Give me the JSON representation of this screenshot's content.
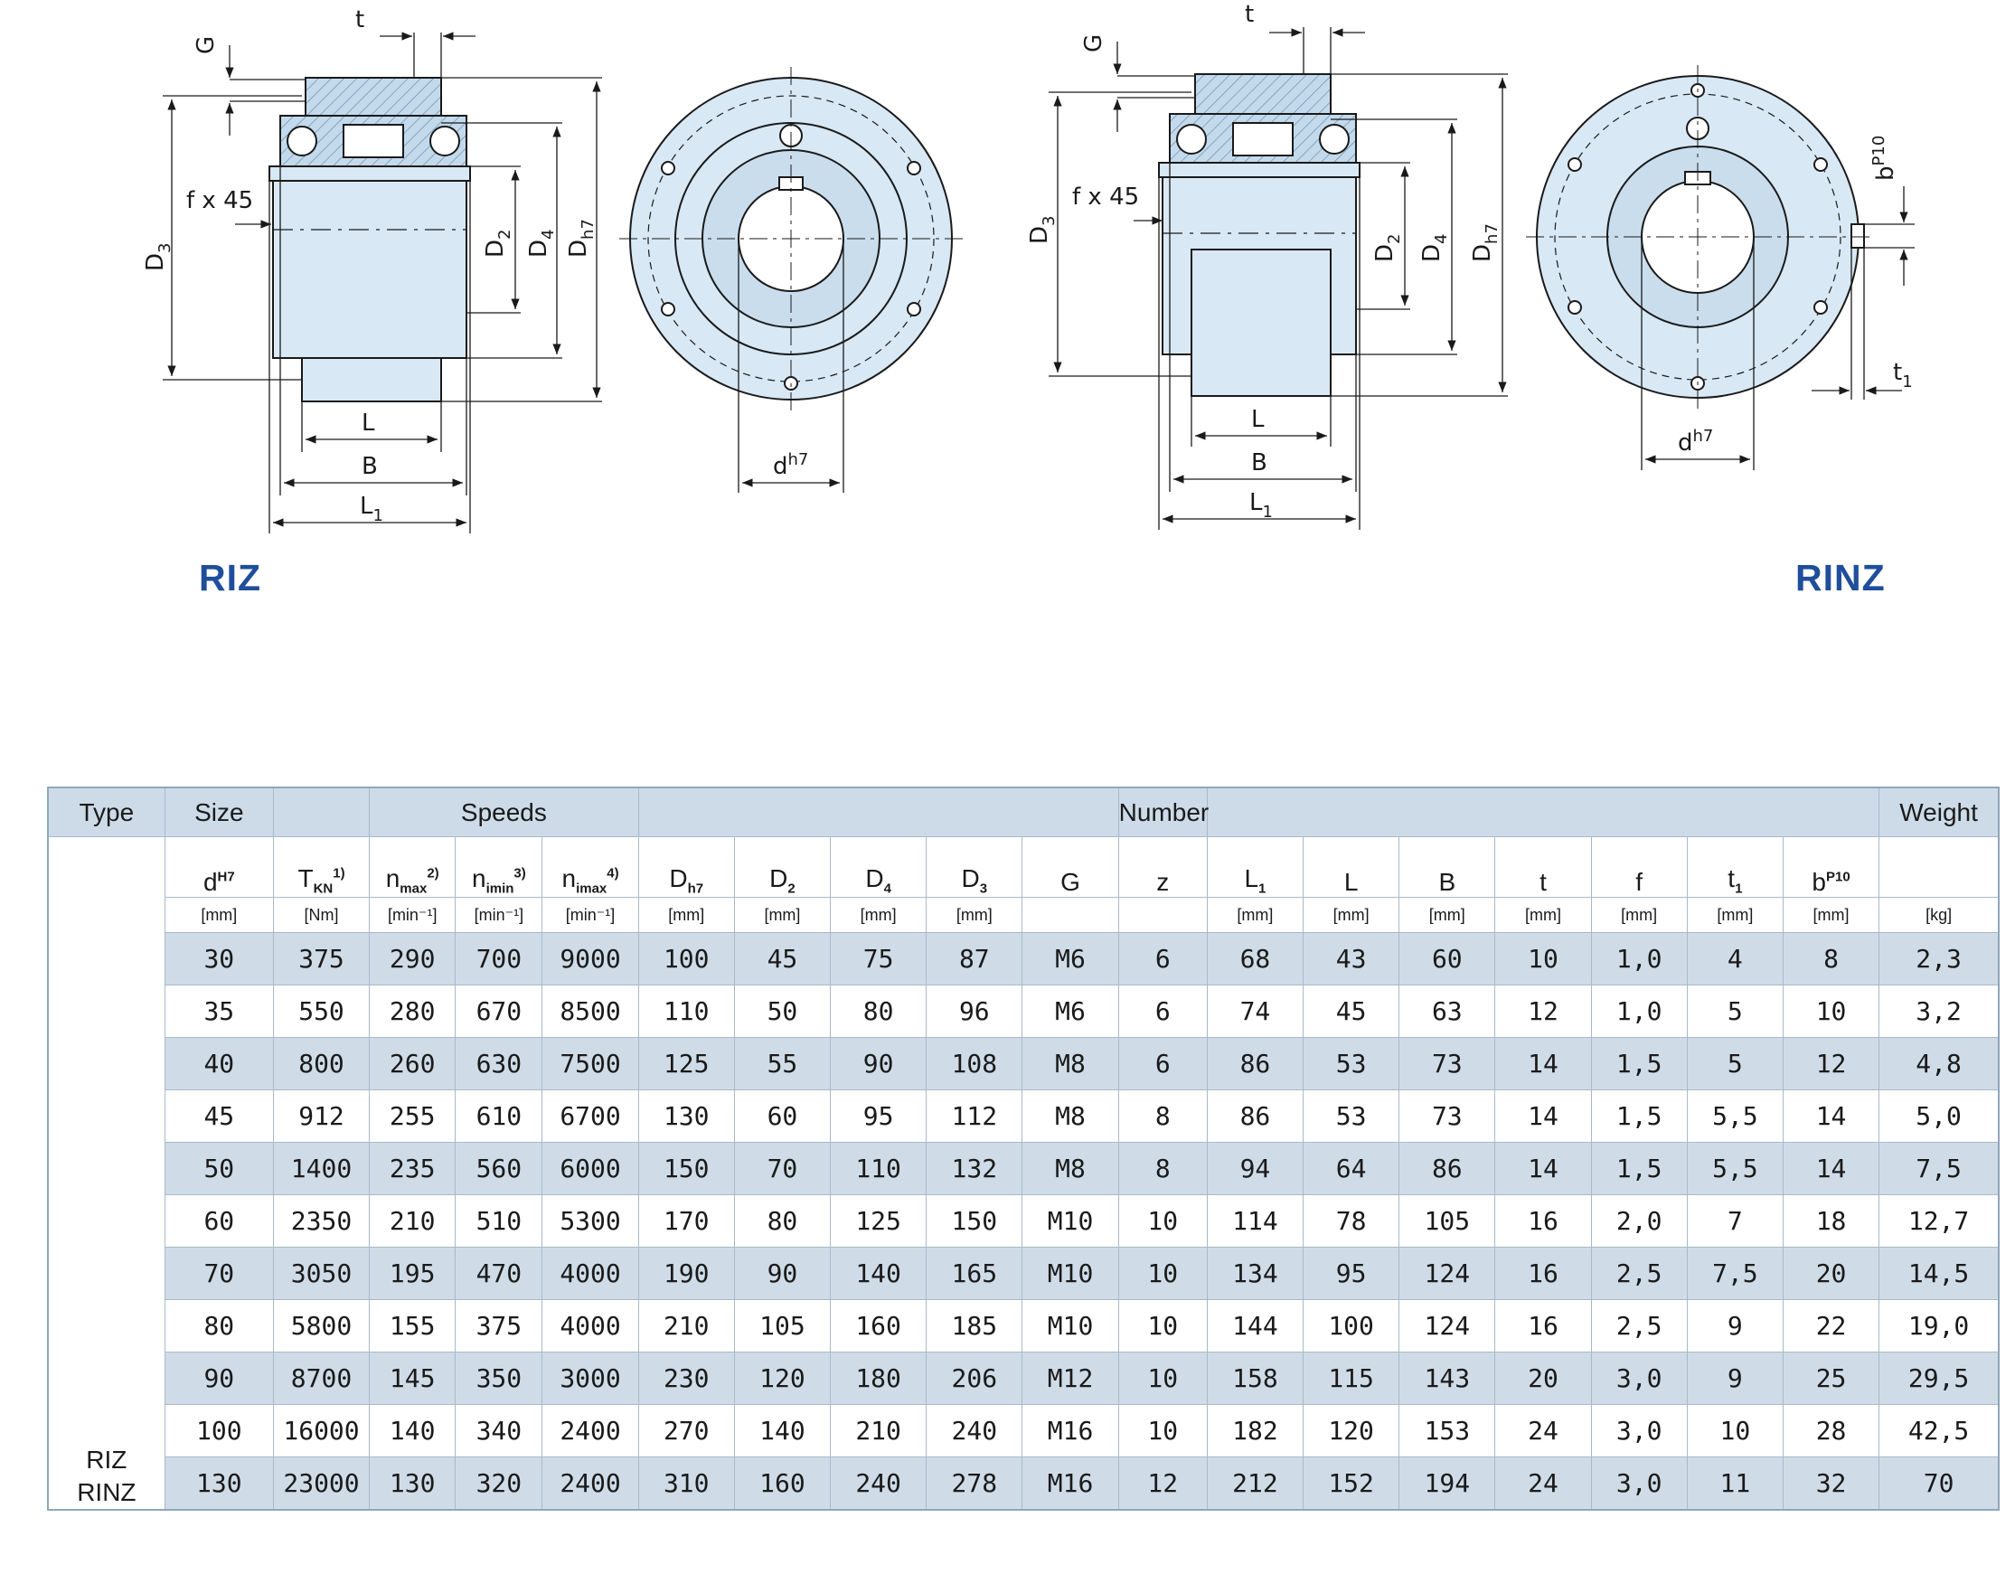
{
  "titles": {
    "left": "RIZ",
    "right": "RINZ"
  },
  "drawing_labels": {
    "t": "t",
    "G": "G",
    "fx45": "f x 45",
    "D3": "D",
    "D3_sub": "3",
    "D2": "D",
    "D2_sub": "2",
    "D4": "D",
    "D4_sub": "4",
    "Dh7": "D",
    "Dh7_sub": "h7",
    "L": "L",
    "B": "B",
    "L1": "L",
    "L1_sub": "1",
    "d": "d",
    "d_sup": "h7",
    "b": "b",
    "b_sup": "P10",
    "t1": "t",
    "t1_sub": "1"
  },
  "table": {
    "group_headers": {
      "type": "Type",
      "size": "Size",
      "speeds": "Speeds",
      "number": "Number",
      "weight": "Weight"
    },
    "columns": [
      {
        "sym": "d",
        "sup": "H7",
        "sub": "",
        "unit": "[mm]"
      },
      {
        "sym": "T",
        "sup": "1)",
        "sub": "KN",
        "unit": "[Nm]"
      },
      {
        "sym": "n",
        "sup": "2)",
        "sub": "max",
        "unit": "[min⁻¹]"
      },
      {
        "sym": "n",
        "sup": "3)",
        "sub": "imin",
        "unit": "[min⁻¹]"
      },
      {
        "sym": "n",
        "sup": "4)",
        "sub": "imax",
        "unit": "[min⁻¹]"
      },
      {
        "sym": "D",
        "sup": "",
        "sub": "h7",
        "unit": "[mm]"
      },
      {
        "sym": "D",
        "sup": "",
        "sub": "2",
        "unit": "[mm]"
      },
      {
        "sym": "D",
        "sup": "",
        "sub": "4",
        "unit": "[mm]"
      },
      {
        "sym": "D",
        "sup": "",
        "sub": "3",
        "unit": "[mm]"
      },
      {
        "sym": "G",
        "sup": "",
        "sub": "",
        "unit": ""
      },
      {
        "sym": "z",
        "sup": "",
        "sub": "",
        "unit": ""
      },
      {
        "sym": "L",
        "sup": "",
        "sub": "1",
        "unit": "[mm]"
      },
      {
        "sym": "L",
        "sup": "",
        "sub": "",
        "unit": "[mm]"
      },
      {
        "sym": "B",
        "sup": "",
        "sub": "",
        "unit": "[mm]"
      },
      {
        "sym": "t",
        "sup": "",
        "sub": "",
        "unit": "[mm]"
      },
      {
        "sym": "f",
        "sup": "",
        "sub": "",
        "unit": "[mm]"
      },
      {
        "sym": "t",
        "sup": "",
        "sub": "1",
        "unit": "[mm]"
      },
      {
        "sym": "b",
        "sup": "P10",
        "sub": "",
        "unit": "[mm]"
      },
      {
        "sym": "",
        "sup": "",
        "sub": "",
        "unit": "[kg]"
      }
    ],
    "type_label": [
      "RIZ",
      "RINZ"
    ],
    "rows": [
      [
        "30",
        "375",
        "290",
        "700",
        "9000",
        "100",
        "45",
        "75",
        "87",
        "M6",
        "6",
        "68",
        "43",
        "60",
        "10",
        "1,0",
        "4",
        "8",
        "2,3"
      ],
      [
        "35",
        "550",
        "280",
        "670",
        "8500",
        "110",
        "50",
        "80",
        "96",
        "M6",
        "6",
        "74",
        "45",
        "63",
        "12",
        "1,0",
        "5",
        "10",
        "3,2"
      ],
      [
        "40",
        "800",
        "260",
        "630",
        "7500",
        "125",
        "55",
        "90",
        "108",
        "M8",
        "6",
        "86",
        "53",
        "73",
        "14",
        "1,5",
        "5",
        "12",
        "4,8"
      ],
      [
        "45",
        "912",
        "255",
        "610",
        "6700",
        "130",
        "60",
        "95",
        "112",
        "M8",
        "8",
        "86",
        "53",
        "73",
        "14",
        "1,5",
        "5,5",
        "14",
        "5,0"
      ],
      [
        "50",
        "1400",
        "235",
        "560",
        "6000",
        "150",
        "70",
        "110",
        "132",
        "M8",
        "8",
        "94",
        "64",
        "86",
        "14",
        "1,5",
        "5,5",
        "14",
        "7,5"
      ],
      [
        "60",
        "2350",
        "210",
        "510",
        "5300",
        "170",
        "80",
        "125",
        "150",
        "M10",
        "10",
        "114",
        "78",
        "105",
        "16",
        "2,0",
        "7",
        "18",
        "12,7"
      ],
      [
        "70",
        "3050",
        "195",
        "470",
        "4000",
        "190",
        "90",
        "140",
        "165",
        "M10",
        "10",
        "134",
        "95",
        "124",
        "16",
        "2,5",
        "7,5",
        "20",
        "14,5"
      ],
      [
        "80",
        "5800",
        "155",
        "375",
        "4000",
        "210",
        "105",
        "160",
        "185",
        "M10",
        "10",
        "144",
        "100",
        "124",
        "16",
        "2,5",
        "9",
        "22",
        "19,0"
      ],
      [
        "90",
        "8700",
        "145",
        "350",
        "3000",
        "230",
        "120",
        "180",
        "206",
        "M12",
        "10",
        "158",
        "115",
        "143",
        "20",
        "3,0",
        "9",
        "25",
        "29,5"
      ],
      [
        "100",
        "16000",
        "140",
        "340",
        "2400",
        "270",
        "140",
        "210",
        "240",
        "M16",
        "10",
        "182",
        "120",
        "153",
        "24",
        "3,0",
        "10",
        "28",
        "42,5"
      ],
      [
        "130",
        "23000",
        "130",
        "320",
        "2400",
        "310",
        "160",
        "240",
        "278",
        "M16",
        "12",
        "212",
        "152",
        "194",
        "24",
        "3,0",
        "11",
        "32",
        "70"
      ]
    ]
  },
  "colors": {
    "part_fill": "#d8e8f4",
    "hatch_fill": "#b9d5ea",
    "title_blue": "#1f4e9a",
    "row_shade": "#cfdce8",
    "header_shade": "#cddbe8"
  }
}
